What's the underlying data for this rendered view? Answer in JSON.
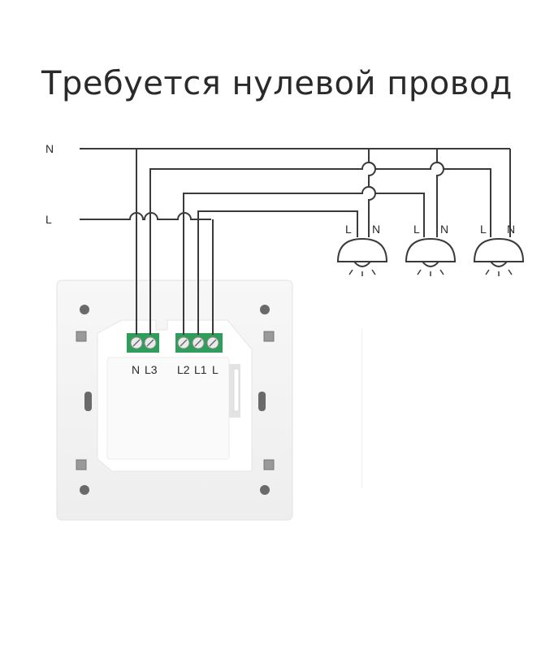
{
  "title": "Требуется нулевой провод",
  "wire_labels": {
    "neutral": "N",
    "live": "L"
  },
  "terminals": [
    "N",
    "L3",
    "L2",
    "L1",
    "L"
  ],
  "lamps": [
    {
      "live_label": "L",
      "neutral_label": "N"
    },
    {
      "live_label": "L",
      "neutral_label": "N"
    },
    {
      "live_label": "L",
      "neutral_label": "N"
    }
  ],
  "colors": {
    "wire": "#3a3a3a",
    "terminal": "#2e9e5a",
    "plate": "#f4f4f4",
    "module": "#ffffff"
  }
}
